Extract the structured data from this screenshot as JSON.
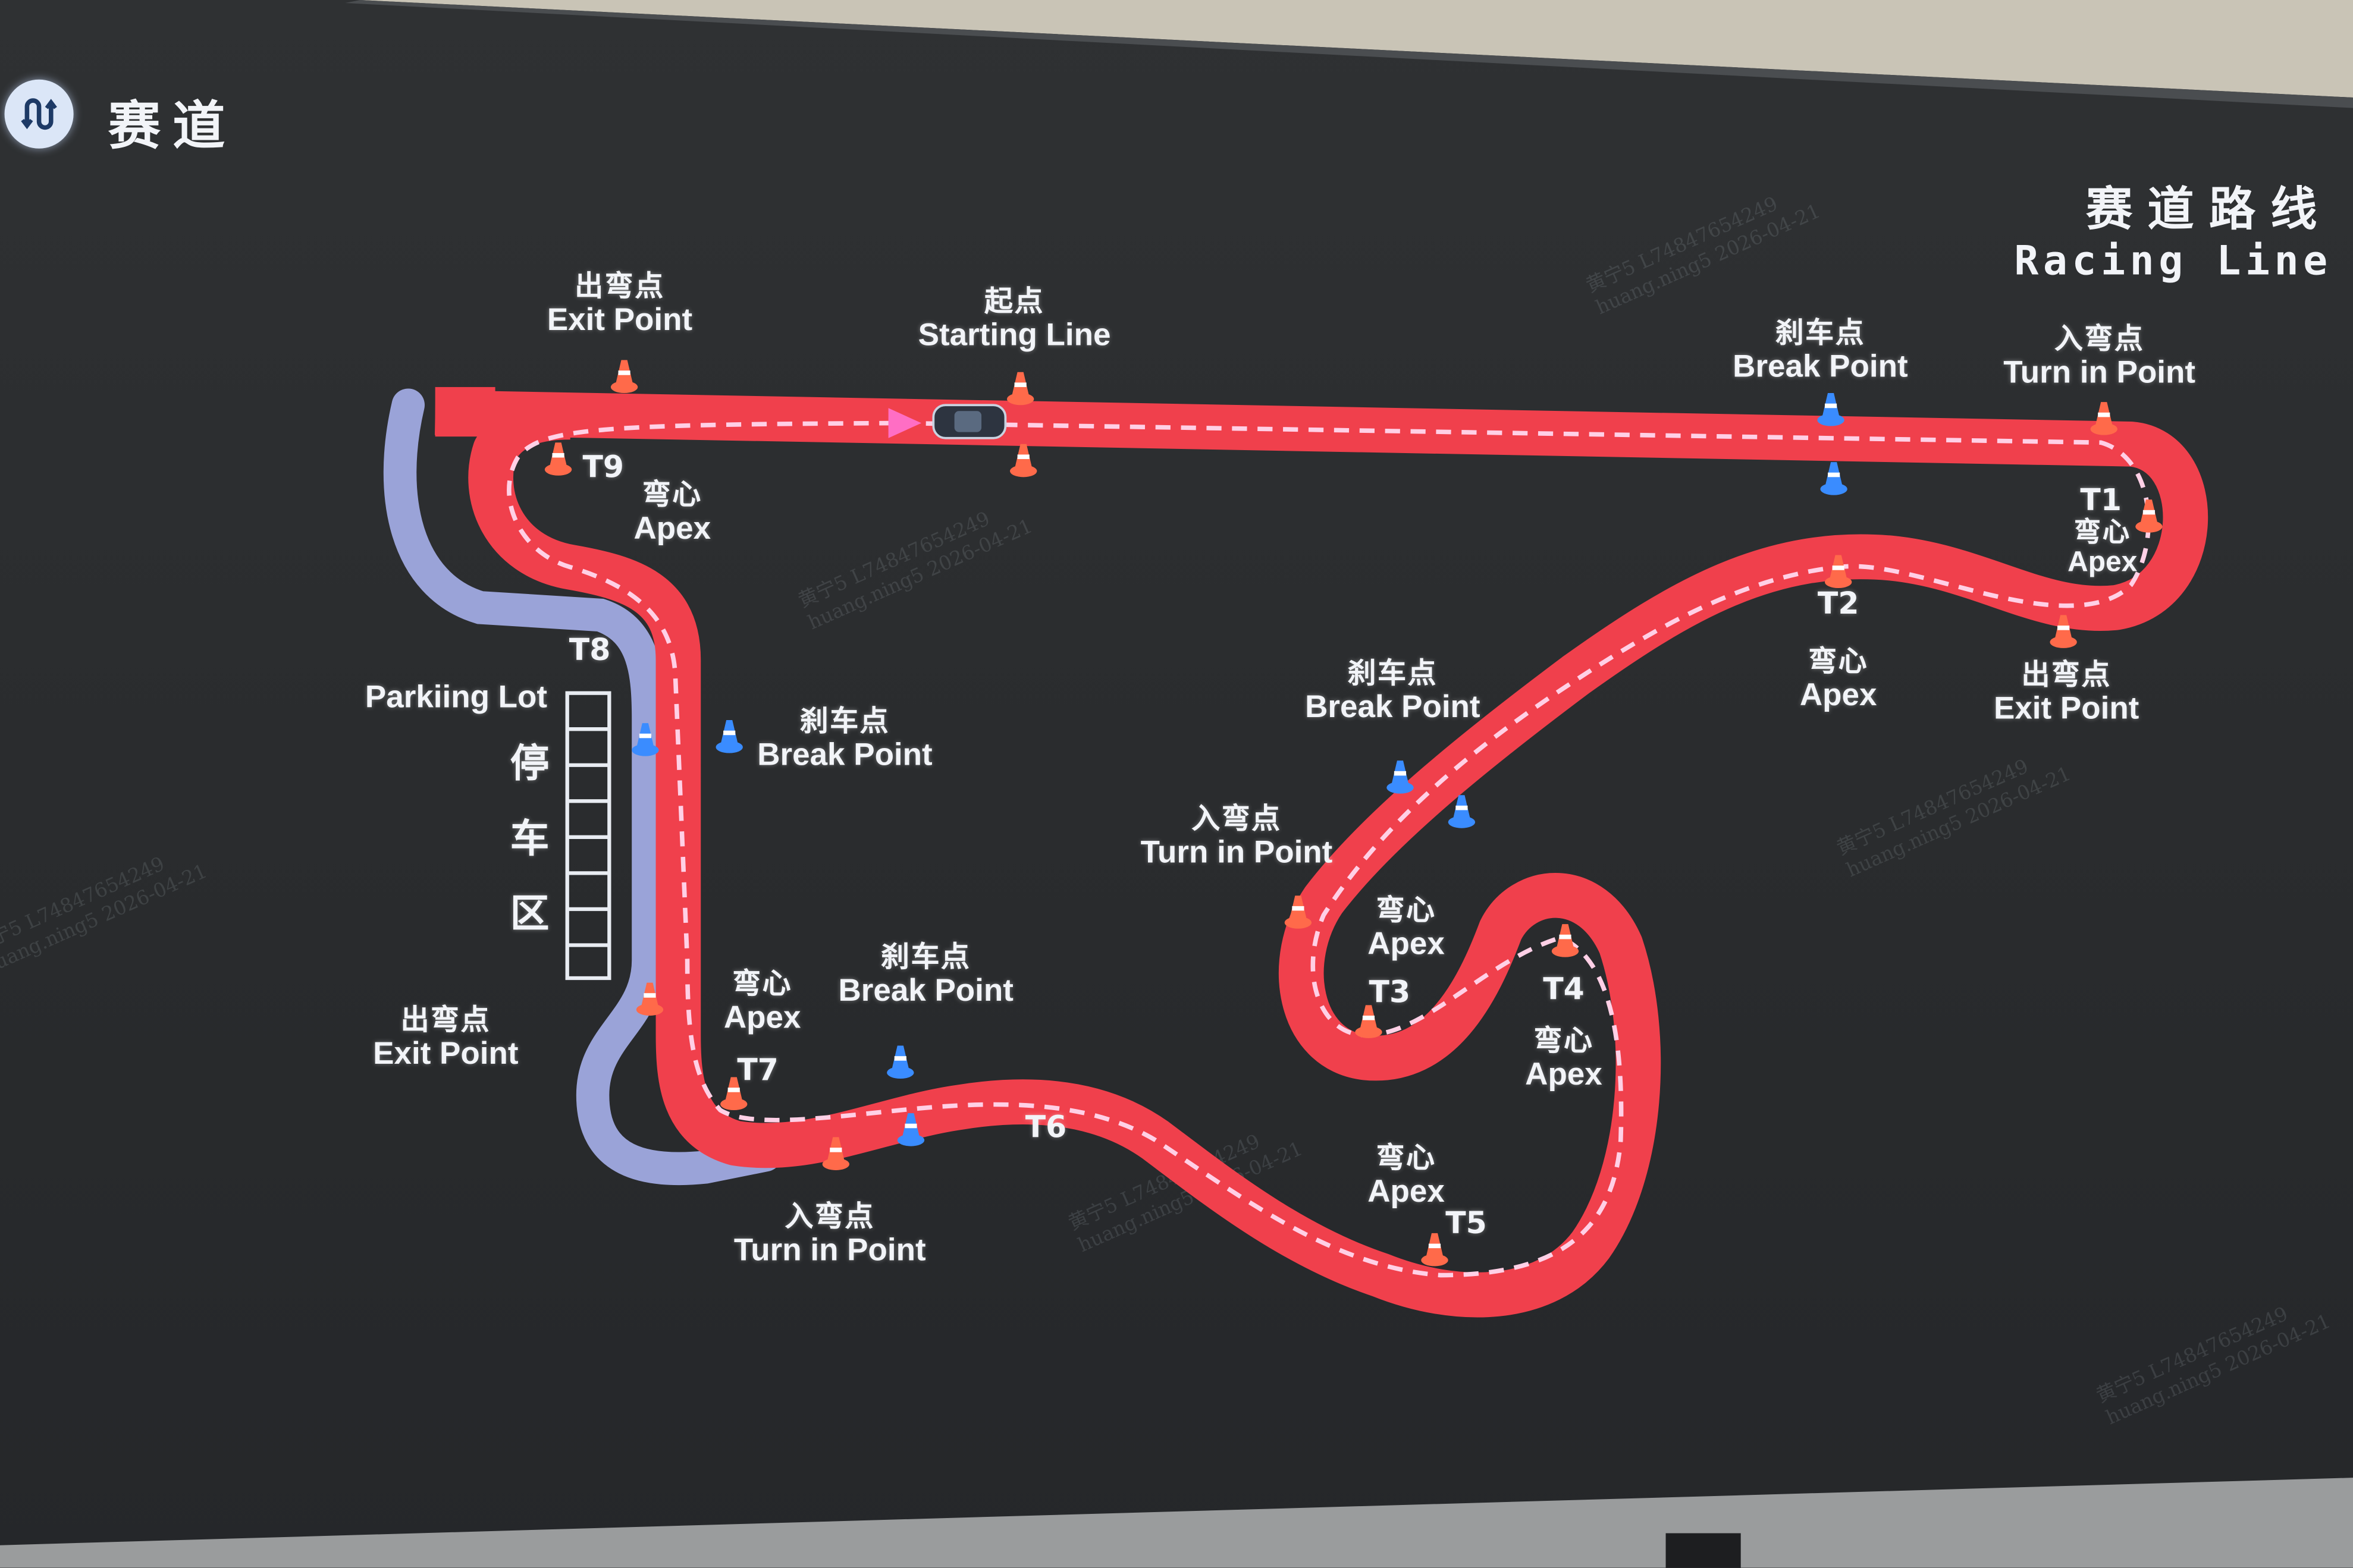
{
  "header": {
    "icon": "track-icon",
    "title": "赛道"
  },
  "legend": {
    "title_zh": "赛道路线",
    "title_en": "Racing Line"
  },
  "labels": {
    "exit_t9": {
      "zh": "出弯点",
      "en": "Exit Point"
    },
    "start": {
      "zh": "起点",
      "en": "Starting Line"
    },
    "brake_t1": {
      "zh": "刹车点",
      "en": "Break Point"
    },
    "turnin_t1": {
      "zh": "入弯点",
      "en": "Turn in Point"
    },
    "t1": "T1",
    "apex_t1": {
      "zh": "弯心",
      "en": "Apex"
    },
    "t2": "T2",
    "apex_t2": {
      "zh": "弯心",
      "en": "Apex"
    },
    "exit_t2": {
      "zh": "出弯点",
      "en": "Exit Point"
    },
    "brake_t3": {
      "zh": "刹车点",
      "en": "Break Point"
    },
    "turnin_t3": {
      "zh": "入弯点",
      "en": "Turn in Point"
    },
    "t3": "T3",
    "apex_t3": {
      "zh": "弯心",
      "en": "Apex"
    },
    "t4": "T4",
    "apex_t4": {
      "zh": "弯心",
      "en": "Apex"
    },
    "t5": "T5",
    "apex_t5": {
      "zh": "弯心",
      "en": "Apex"
    },
    "t6": "T6",
    "turnin_t7": {
      "zh": "入弯点",
      "en": "Turn in Point"
    },
    "brake_t7": {
      "zh": "刹车点",
      "en": "Break Point"
    },
    "t7": "T7",
    "apex_t7": {
      "zh": "弯心",
      "en": "Apex"
    },
    "exit_t7": {
      "zh": "出弯点",
      "en": "Exit Point"
    },
    "t8": "T8",
    "brake_t8": {
      "zh": "刹车点",
      "en": "Break Point"
    },
    "t9": "T9",
    "apex_t9": {
      "zh": "弯心",
      "en": "Apex"
    },
    "parking_en": "Parkiing Lot",
    "parking_zh": [
      "停",
      "车",
      "区"
    ]
  },
  "watermark": {
    "line1": "黄宁5 L74847654249",
    "line2": "huang.ning5 2026-04-21"
  },
  "colors": {
    "track": "#f0404c",
    "racing_line": "#ffd0e6",
    "pit_lane": "#9aa3d8",
    "cone_red": "#ff6a4a",
    "cone_blue": "#3a8cff"
  }
}
